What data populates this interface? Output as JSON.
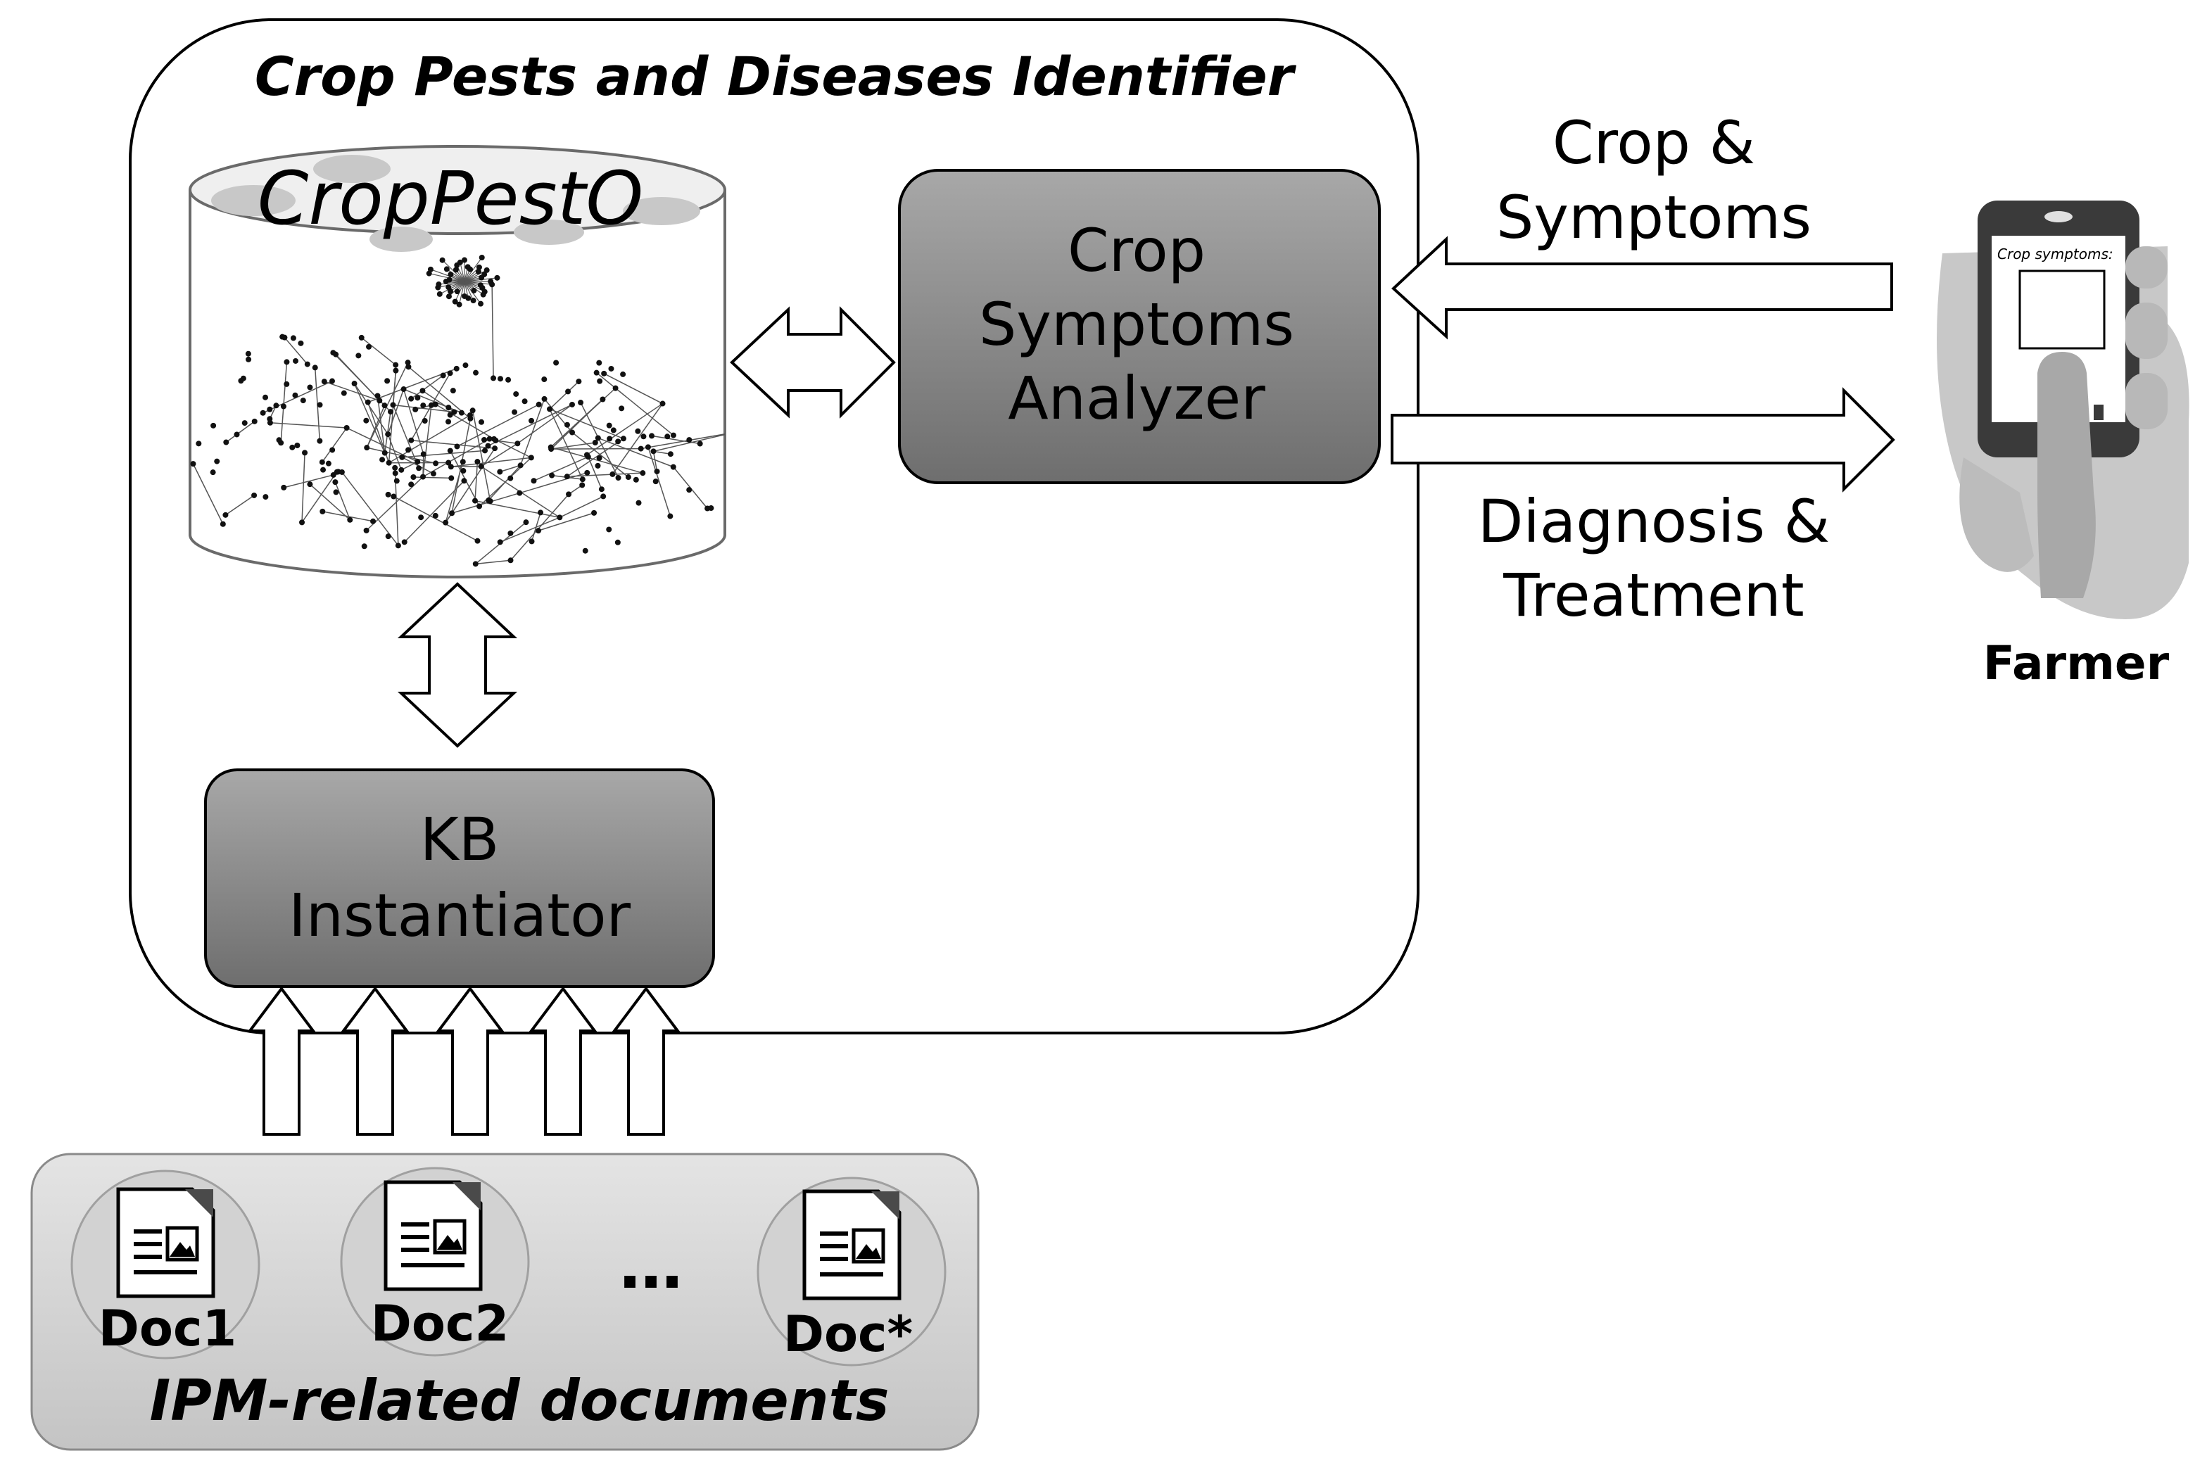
{
  "identifier": {
    "title": "Crop Pests and Diseases Identifier"
  },
  "ontology": {
    "label": "CropPestO"
  },
  "analyzer": {
    "line1": "Crop",
    "line2": "Symptoms",
    "line3": "Analyzer"
  },
  "instantiator": {
    "line1": "KB",
    "line2": "Instantiator"
  },
  "flows": {
    "input_line1": "Crop &",
    "input_line2": "Symptoms",
    "output_line1": "Diagnosis &",
    "output_line2": "Treatment"
  },
  "farmer": {
    "label": "Farmer",
    "phone_screen_text": "Crop symptoms:"
  },
  "documents": {
    "group_label": "IPM-related documents",
    "items": [
      "Doc1",
      "Doc2",
      "Doc*"
    ],
    "ellipsis": "…"
  },
  "colors": {
    "component_fill": "#7a7a7a",
    "component_fill_light": "#a6a6a6",
    "docs_panel_fill": "#d6d6d6",
    "outline": "#000000",
    "hand_gray": "#c9c9c9",
    "phone_dark": "#3a3a3a"
  },
  "icons": [
    "document-icon",
    "smartphone-hand-icon",
    "database-cylinder-icon",
    "network-graph-icon"
  ]
}
